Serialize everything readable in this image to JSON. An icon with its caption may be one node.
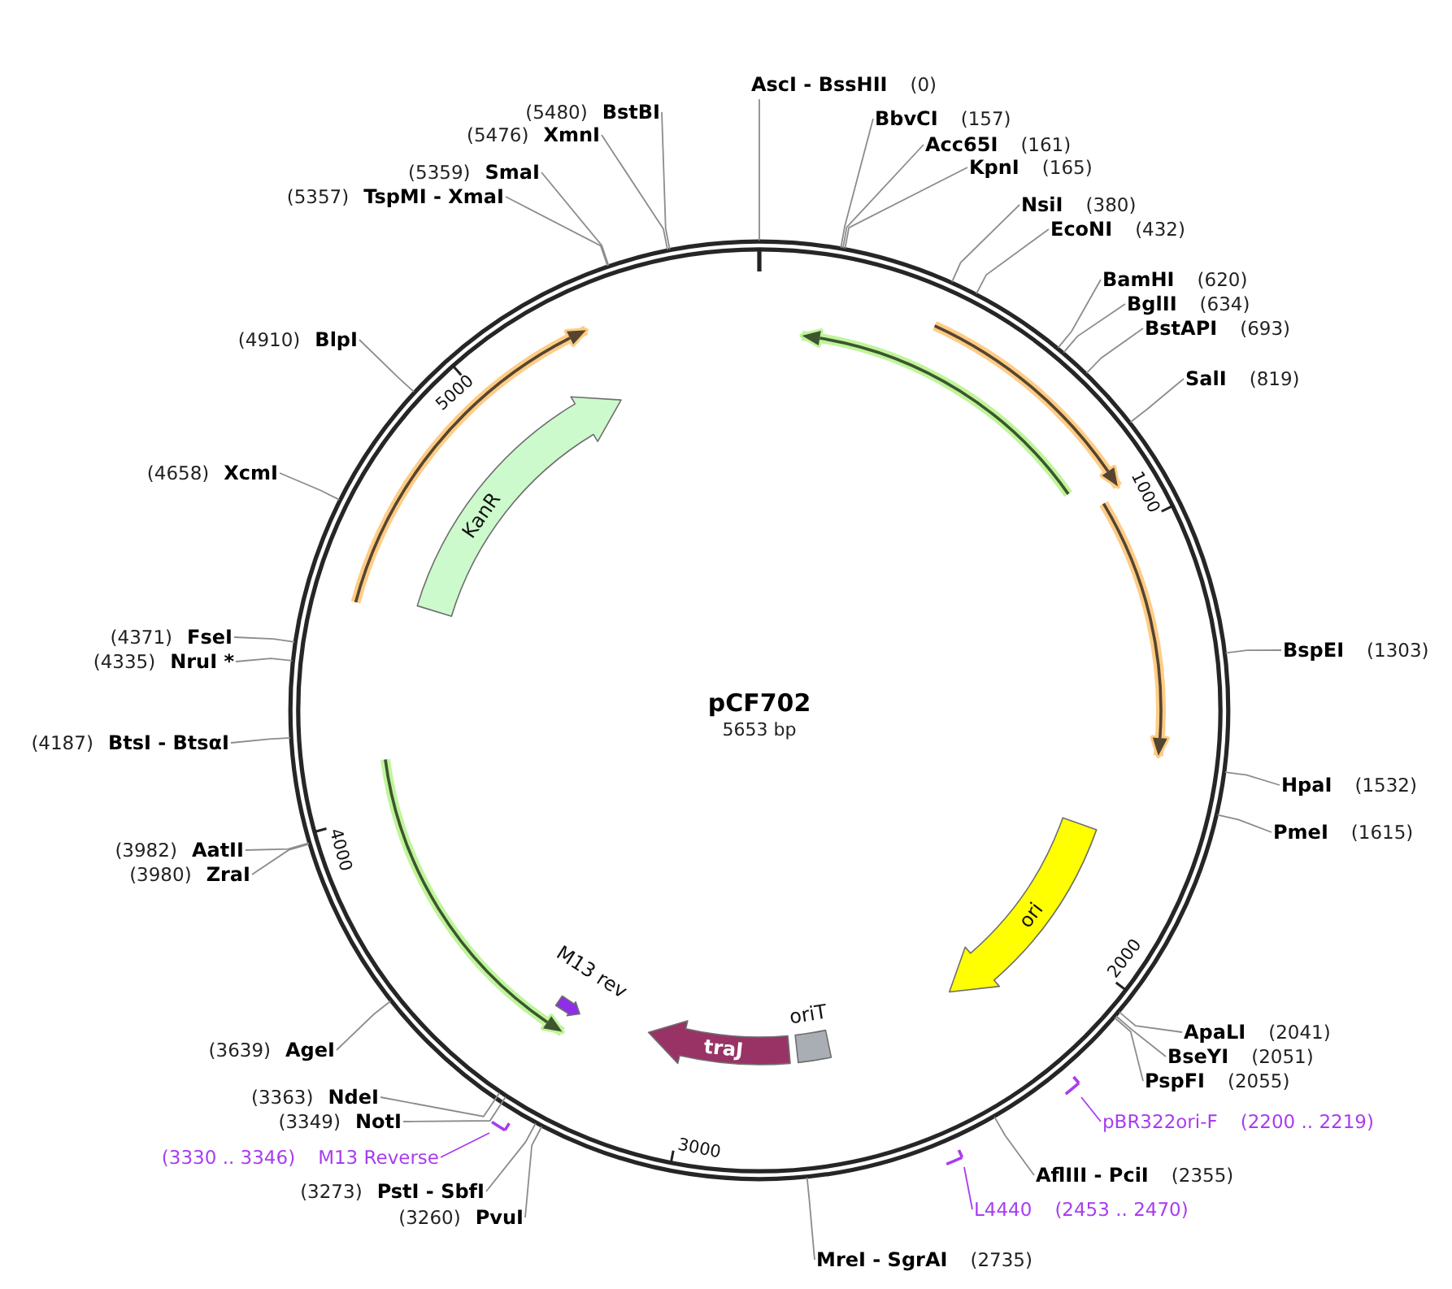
{
  "diagram": {
    "title": "pCF702",
    "nodes": [
      {
        "text": [
          "AscI - BssHII",
          "(0)"
        ]
      },
      {
        "text": [
          "BbvCI",
          "(157)"
        ]
      },
      {
        "text": [
          "Acc65I",
          "(161)"
        ]
      },
      {
        "text": [
          "KpnI",
          "(165)"
        ]
      },
      {
        "text": [
          "NsiI",
          "(380)"
        ]
      },
      {
        "text": [
          "EcoNI",
          "(432)"
        ]
      },
      {
        "text": [
          "BamHI",
          "(620)"
        ]
      },
      {
        "text": [
          "BglII",
          "(634)"
        ]
      },
      {
        "text": [
          "BstAPI",
          "(693)"
        ]
      },
      {
        "text": [
          "SalI",
          "(819)"
        ]
      },
      {
        "text": [
          "BspEI",
          "(1303)"
        ]
      },
      {
        "text": [
          "HpaI",
          "(1532)"
        ]
      },
      {
        "text": [
          "PmeI",
          "(1615)"
        ]
      },
      {
        "text": [
          "ApaLI",
          "(2041)"
        ]
      },
      {
        "text": [
          "BseYI",
          "(2051)"
        ]
      },
      {
        "text": [
          "PspFI",
          "(2055)"
        ]
      },
      {
        "text": [
          "pBR322ori-F",
          "(2200 .. 2219)"
        ]
      },
      {
        "text": [
          "AflIII - PciI",
          "(2355)"
        ]
      },
      {
        "text": [
          "L4440",
          "(2453 .. 2470)"
        ]
      },
      {
        "text": [
          "MreI - SgrAI",
          "(2735)"
        ]
      },
      {
        "text": [
          "(3260)",
          "PvuI"
        ]
      },
      {
        "text": [
          "(3273)",
          "PstI - SbfI"
        ]
      },
      {
        "text": [
          "(3330 .. 3346)",
          "M13 Reverse"
        ]
      },
      {
        "text": [
          "(3349)",
          "NotI"
        ]
      },
      {
        "text": [
          "(3363)",
          "NdeI"
        ]
      },
      {
        "text": [
          "(3639)",
          "AgeI"
        ]
      },
      {
        "text": [
          "(3980)",
          "ZraI"
        ]
      },
      {
        "text": [
          "(3982)",
          "AatII"
        ]
      },
      {
        "text": [
          "(4187)",
          "BtsI - BtsαI"
        ]
      },
      {
        "text": [
          "(4335)",
          "NruI *"
        ]
      },
      {
        "text": [
          "(4371)",
          "FseI"
        ]
      },
      {
        "text": [
          "(4658)",
          "XcmI"
        ]
      },
      {
        "text": [
          "(4910)",
          "BlpI"
        ]
      },
      {
        "text": [
          "(5357)",
          "TspMI - XmaI"
        ]
      },
      {
        "text": [
          "(5359)",
          "SmaI"
        ]
      },
      {
        "text": [
          "(5476)",
          "XmnI"
        ]
      },
      {
        "text": [
          "(5480)",
          "BstBI"
        ]
      },
      {
        "text": [],
        "shape": "arrow"
      },
      {
        "text": [],
        "shape": "arrow"
      },
      {
        "text": [],
        "shape": "arrow"
      },
      {
        "text": [
          "KanR"
        ]
      },
      {
        "text": [
          "ori"
        ]
      },
      {
        "text": [
          "traJ"
        ]
      },
      {
        "text": [
          "oriT"
        ]
      },
      {
        "text": [
          "M13 rev"
        ]
      }
    ],
    "edges": [
      {
        "from": 0,
        "to": null,
        "arrow": "none"
      },
      {
        "from": 1,
        "to": null,
        "arrow": "none"
      },
      {
        "from": 2,
        "to": null,
        "arrow": "none"
      },
      {
        "from": 3,
        "to": null,
        "arrow": "none"
      },
      {
        "from": 4,
        "to": null,
        "arrow": "none"
      },
      {
        "from": 5,
        "to": null,
        "arrow": "none"
      },
      {
        "from": 6,
        "to": null,
        "arrow": "none"
      },
      {
        "from": 7,
        "to": null,
        "arrow": "none"
      },
      {
        "from": 8,
        "to": null,
        "arrow": "none"
      },
      {
        "from": 9,
        "to": null,
        "arrow": "none"
      },
      {
        "from": 10,
        "to": null,
        "arrow": "none"
      },
      {
        "from": 11,
        "to": null,
        "arrow": "none"
      },
      {
        "from": 12,
        "to": null,
        "arrow": "none"
      },
      {
        "from": 13,
        "to": null,
        "arrow": "none"
      },
      {
        "from": 14,
        "to": null,
        "arrow": "none"
      },
      {
        "from": 15,
        "to": null,
        "arrow": "none"
      },
      {
        "from": 16,
        "to": 37,
        "arrow": "none",
        "color": "#a83cf0"
      },
      {
        "from": 17,
        "to": null,
        "arrow": "none"
      },
      {
        "from": 18,
        "to": 38,
        "arrow": "none",
        "color": "#a83cf0"
      },
      {
        "from": 19,
        "to": null,
        "arrow": "none"
      },
      {
        "from": 20,
        "to": null,
        "arrow": "none"
      },
      {
        "from": 21,
        "to": null,
        "arrow": "none"
      },
      {
        "from": 22,
        "to": 39,
        "arrow": "none",
        "color": "#a83cf0"
      },
      {
        "from": 23,
        "to": null,
        "arrow": "none"
      },
      {
        "from": 24,
        "to": null,
        "arrow": "none"
      },
      {
        "from": 25,
        "to": null,
        "arrow": "none"
      },
      {
        "from": 26,
        "to": null,
        "arrow": "none"
      },
      {
        "from": 27,
        "to": null,
        "arrow": "none"
      },
      {
        "from": 28,
        "to": null,
        "arrow": "none"
      },
      {
        "from": 29,
        "to": null,
        "arrow": "none"
      },
      {
        "from": 30,
        "to": null,
        "arrow": "none"
      },
      {
        "from": 31,
        "to": null,
        "arrow": "none"
      },
      {
        "from": 32,
        "to": null,
        "arrow": "none"
      },
      {
        "from": 33,
        "to": null,
        "arrow": "none"
      },
      {
        "from": 34,
        "to": null,
        "arrow": "none"
      },
      {
        "from": 35,
        "to": null,
        "arrow": "none"
      },
      {
        "from": 36,
        "to": null,
        "arrow": "none"
      }
    ],
    "labels": [
      "5000",
      "1000",
      "5653 bp",
      "4000",
      "2000",
      "3000"
    ]
  }
}
